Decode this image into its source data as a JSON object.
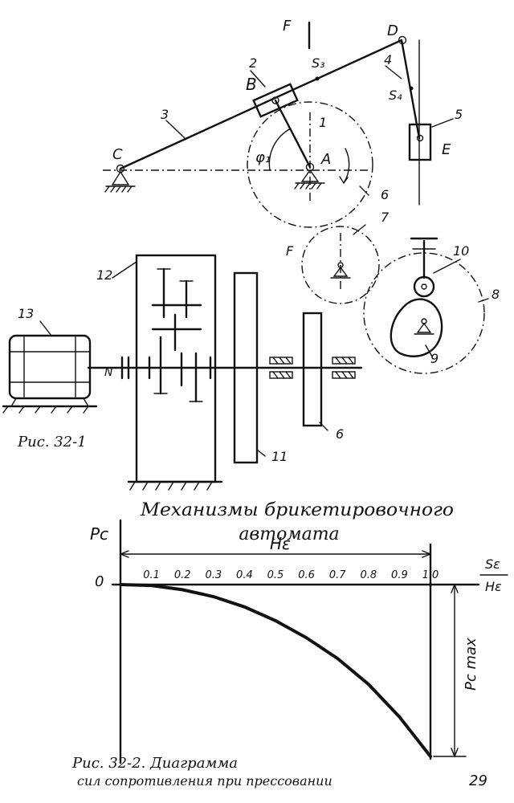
{
  "mechanism": {
    "label_F_force": "F",
    "label_D": "D",
    "label_S3": "S₃",
    "label_S4": "S₄",
    "label_2": "2",
    "label_B": "B",
    "label_4": "4",
    "label_5": "5",
    "label_3": "3",
    "label_1": "1",
    "label_C": "C",
    "label_phi": "φ₁",
    "label_A": "A",
    "label_E": "E",
    "label_6": "6",
    "label_7": "7",
    "label_F_gear": "F",
    "label_10": "10",
    "label_8": "8",
    "label_9": "9"
  },
  "drive": {
    "label_12": "12",
    "label_13": "13",
    "label_N": "N",
    "label_11": "11",
    "label_6": "6"
  },
  "fig1_caption": "Рис. 32-1",
  "title_line1": "Механизмы брикетировочного",
  "title_line2": "автомата",
  "chart_data": {
    "type": "line",
    "ylabel": "Pc",
    "xlabel_num": "Sε",
    "xlabel_den": "Hε",
    "span_label": "Hε",
    "zero_label": "0",
    "max_label": "Pc max",
    "tick_labels": [
      "0.1",
      "0.2",
      "0.3",
      "0.4",
      "0.5",
      "0.6",
      "0.7",
      "0.8",
      "0.9",
      "1.0"
    ],
    "x": [
      0,
      0.1,
      0.2,
      0.3,
      0.4,
      0.5,
      0.6,
      0.7,
      0.8,
      0.9,
      1.0
    ],
    "series": [
      {
        "values": [
          0,
          -0.005,
          -0.03,
          -0.07,
          -0.13,
          -0.21,
          -0.31,
          -0.43,
          -0.58,
          -0.77,
          -1.0
        ]
      }
    ],
    "xlim": [
      0,
      1.0
    ],
    "ylim": [
      -1.0,
      0
    ]
  },
  "fig2_caption_line1": "Рис. 32-2. Диаграмма",
  "fig2_caption_line2": "сил сопротивления при прессовании",
  "page_number": "29"
}
